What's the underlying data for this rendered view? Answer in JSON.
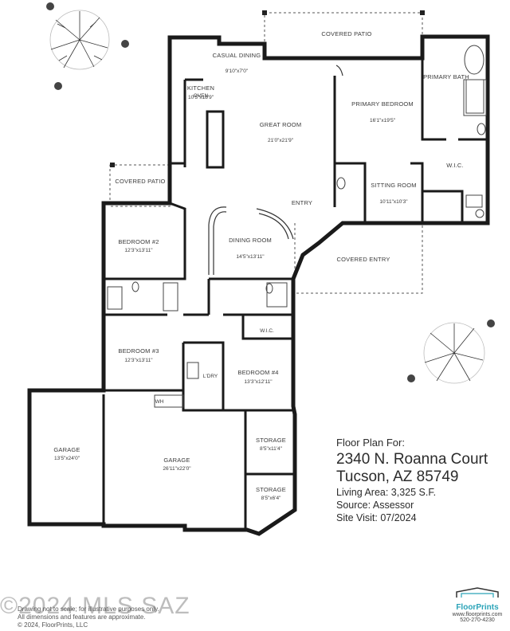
{
  "rooms": {
    "covered_patio_top": {
      "name": "COVERED PATIO",
      "dim": ""
    },
    "casual_dining": {
      "name": "CASUAL DINING",
      "dim": "9'10\"x7'0\""
    },
    "oven": {
      "name": "OVEN"
    },
    "kitchen": {
      "name": "KITCHEN",
      "dim": "10'5\"x18'9\""
    },
    "great_room": {
      "name": "GREAT ROOM",
      "dim": "21'0\"x21'9\""
    },
    "primary_bath": {
      "name": "PRIMARY BATH"
    },
    "primary_bedroom": {
      "name": "PRIMARY BEDROOM",
      "dim": "16'1\"x19'5\""
    },
    "wic_primary": {
      "name": "W.I.C."
    },
    "sitting_room": {
      "name": "SITTING ROOM",
      "dim": "10'11\"x10'3\""
    },
    "covered_patio_left": {
      "name": "COVERED PATIO"
    },
    "entry": {
      "name": "ENTRY"
    },
    "covered_entry": {
      "name": "COVERED ENTRY"
    },
    "bedroom2": {
      "name": "BEDROOM #2",
      "dim": "12'3\"x13'11\""
    },
    "dining_room": {
      "name": "DINING ROOM",
      "dim": "14'5\"x13'11\""
    },
    "bedroom3": {
      "name": "BEDROOM #3",
      "dim": "12'3\"x13'11\""
    },
    "wic_bed4": {
      "name": "W.I.C."
    },
    "laundry": {
      "name": "L'DRY"
    },
    "bedroom4": {
      "name": "BEDROOM #4",
      "dim": "13'3\"x12'11\""
    },
    "wh": {
      "name": "WH"
    },
    "garage_left": {
      "name": "GARAGE",
      "dim": "13'5\"x24'0\""
    },
    "garage_main": {
      "name": "GARAGE",
      "dim": "26'11\"x22'0\""
    },
    "storage1": {
      "name": "STORAGE",
      "dim": "8'5\"x11'4\""
    },
    "storage2": {
      "name": "STORAGE",
      "dim": "8'5\"x6'4\""
    }
  },
  "info": {
    "header": "Floor Plan For:",
    "address1": "2340 N. Roanna Court",
    "address2": "Tucson, AZ  85749",
    "living_area": "Living Area:  3,325 S.F.",
    "source": "Source:  Assessor",
    "site_visit": "Site Visit:  07/2024"
  },
  "disclaimer": {
    "line1": "Drawing not to scale; for illustrative purposes only.",
    "line2": "All dimensions and features are approximate.",
    "line3": "© 2024, FloorPrints, LLC"
  },
  "watermark": "©2024 MLS SAZ",
  "brand": {
    "name": "FloorPrints",
    "website": "www.floorprints.com",
    "phone": "520-270-4230"
  }
}
